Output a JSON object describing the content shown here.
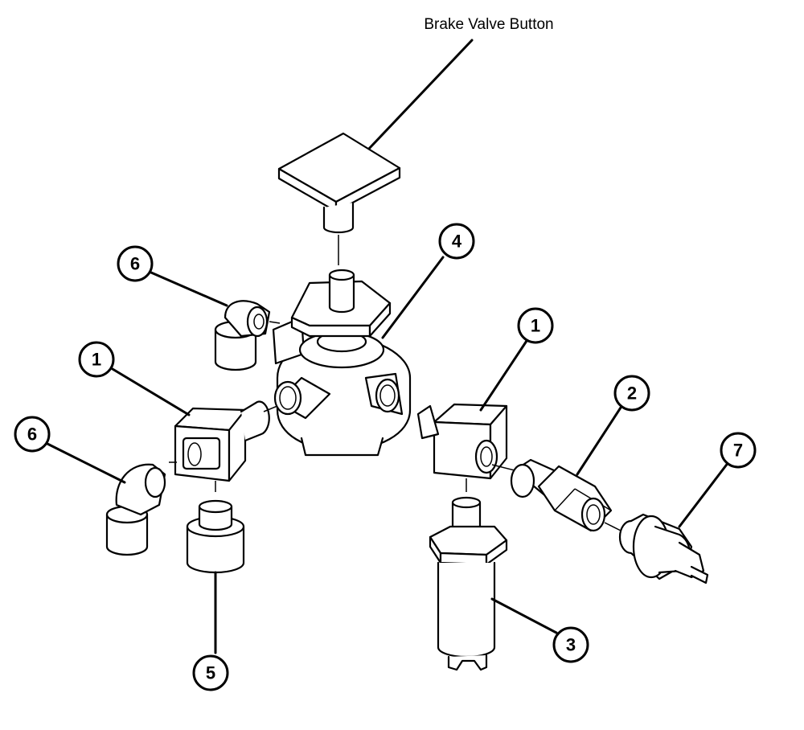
{
  "title_label": "Brake Valve Button",
  "callouts": {
    "one_left": "1",
    "one_right": "1",
    "two": "2",
    "three": "3",
    "four": "4",
    "five": "5",
    "six_top": "6",
    "six_bottom": "6",
    "seven": "7"
  }
}
